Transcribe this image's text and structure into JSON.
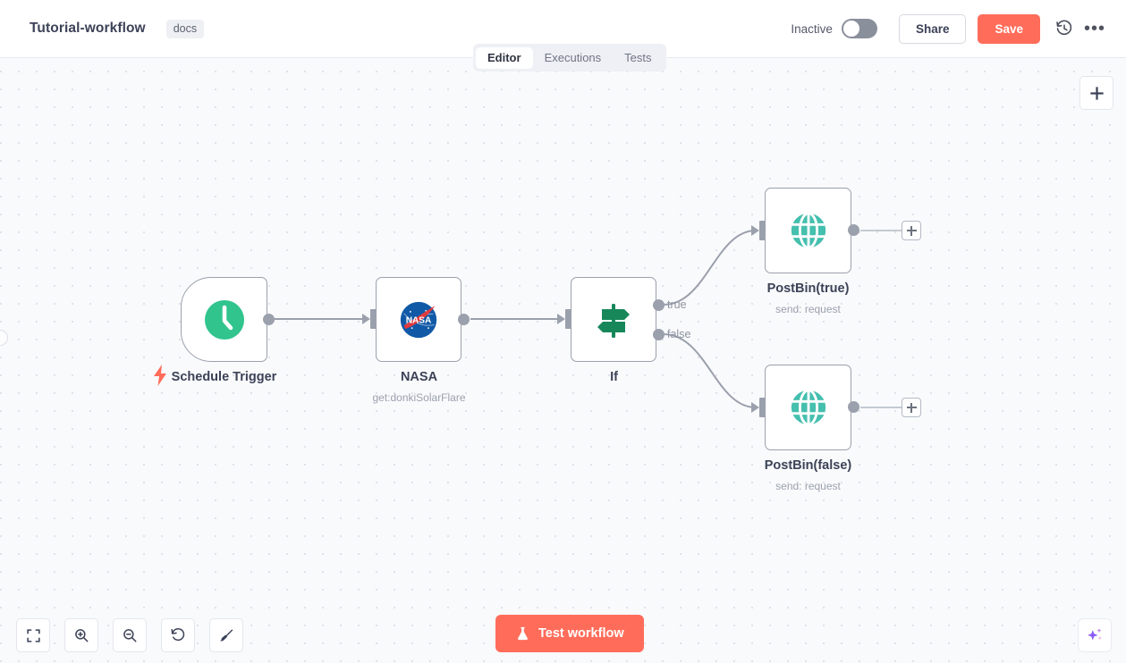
{
  "header": {
    "workflow_title": "Tutorial-workflow",
    "docs_tag": "docs",
    "activation_label": "Inactive",
    "share_label": "Share",
    "save_label": "Save",
    "history_icon": "history-icon",
    "more_icon": "ellipsis-icon",
    "accent_color": "#ff6d5a"
  },
  "tabs": [
    {
      "label": "Editor",
      "active": true
    },
    {
      "label": "Executions",
      "active": false
    },
    {
      "label": "Tests",
      "active": false
    }
  ],
  "canvas": {
    "background_color": "#f9fafc",
    "dot_color": "#dfe2e9",
    "add_node_icon": "plus-icon"
  },
  "nodes": [
    {
      "id": "schedule-trigger",
      "name": "Schedule Trigger",
      "subtitle": "",
      "icon": "clock-icon",
      "icon_color": "#31c48d",
      "type": "trigger",
      "trigger_badge_icon": "lightning-bolt-icon"
    },
    {
      "id": "nasa",
      "name": "NASA",
      "subtitle": "get:donkiSolarFlare",
      "icon": "nasa-logo-icon",
      "icon_color": "#1059a7",
      "type": "action"
    },
    {
      "id": "if",
      "name": "If",
      "subtitle": "",
      "icon": "signpost-icon",
      "icon_color": "#17875a",
      "type": "conditional",
      "outputs": [
        "true",
        "false"
      ]
    },
    {
      "id": "postbin-true",
      "name": "PostBin(true)",
      "subtitle": "send: request",
      "icon": "globe-icon",
      "icon_color": "#45bfae",
      "type": "action",
      "has_add_connector": true
    },
    {
      "id": "postbin-false",
      "name": "PostBin(false)",
      "subtitle": "send: request",
      "icon": "globe-icon",
      "icon_color": "#45bfae",
      "type": "action",
      "has_add_connector": true
    }
  ],
  "toolbar": {
    "buttons": [
      {
        "name": "fit-to-view",
        "icon": "fit-screen-icon"
      },
      {
        "name": "zoom-in",
        "icon": "magnifier-plus-icon"
      },
      {
        "name": "zoom-out",
        "icon": "magnifier-minus-icon"
      },
      {
        "name": "reset-zoom",
        "icon": "undo-icon"
      },
      {
        "name": "tidy-up",
        "icon": "broom-icon"
      }
    ],
    "test_workflow_label": "Test workflow",
    "test_workflow_icon": "flask-icon",
    "ai-assistant-icon": "sparkle-icon"
  }
}
